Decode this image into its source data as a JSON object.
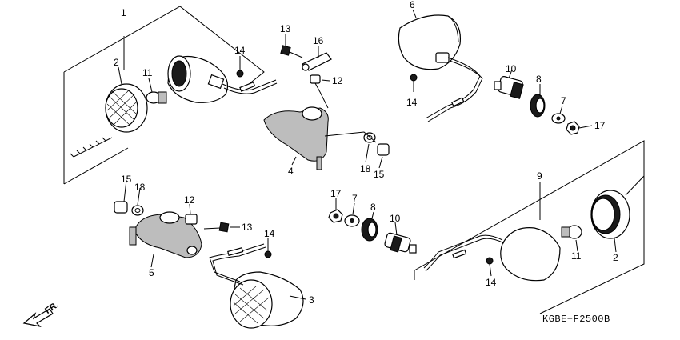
{
  "diagram_code": "KGBE−F2500B",
  "direction_label": "FR.",
  "callouts": {
    "c1": "1",
    "c2a": "2",
    "c2b": "2",
    "c3": "3",
    "c4": "4",
    "c5": "5",
    "c6": "6",
    "c7a": "7",
    "c7b": "7",
    "c8a": "8",
    "c8b": "8",
    "c9": "9",
    "c10a": "10",
    "c10b": "10",
    "c11a": "11",
    "c11b": "11",
    "c12a": "12",
    "c12b": "12",
    "c13a": "13",
    "c13b": "13",
    "c14a": "14",
    "c14b": "14",
    "c14c": "14",
    "c14d": "14",
    "c15a": "15",
    "c15b": "15",
    "c16": "16",
    "c17a": "17",
    "c17b": "17",
    "c18a": "18",
    "c18b": "18"
  }
}
